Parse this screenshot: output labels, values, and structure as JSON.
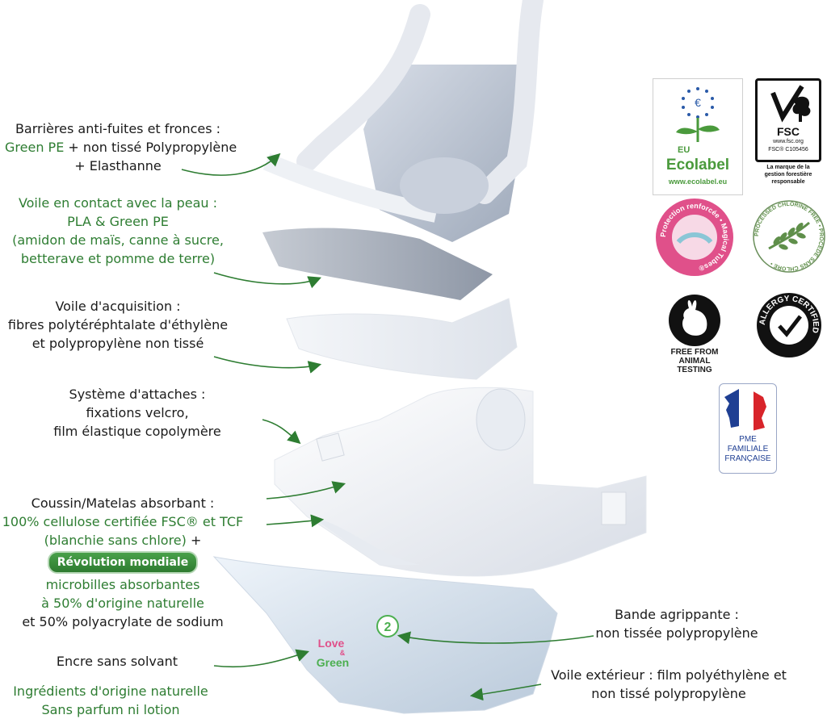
{
  "labels": {
    "barriers": {
      "line1": "Barrières anti-fuites et fronces :",
      "line2_green": "Green PE",
      "line2_rest": " + non tissé Polypropylène",
      "line3": "+ Elasthanne"
    },
    "skin_veil": {
      "line1": "Voile en contact avec la peau :",
      "line2": "PLA & Green PE",
      "line3": "(amidon de maïs, canne à sucre,",
      "line4": "betterave et pomme de terre)"
    },
    "acquisition": {
      "line1": "Voile d'acquisition :",
      "line2": "fibres polytéréphtalate d'éthylène",
      "line3": "et polypropylène non tissé"
    },
    "fasteners": {
      "line1": "Système d'attaches :",
      "line2": "fixations velcro,",
      "line3": "film élastique copolymère"
    },
    "core": {
      "line1": "Coussin/Matelas absorbant :",
      "line2": "100% cellulose certifiée FSC® et TCF",
      "line3": "(blanchie sans chlore)",
      "line3_plus": " +",
      "pill": "Révolution mondiale",
      "line4": "microbilles absorbantes",
      "line5": "à 50% d'origine naturelle",
      "line6": "et 50% polyacrylate de sodium"
    },
    "ink": {
      "line1": "Encre sans solvant"
    },
    "natural": {
      "line1": "Ingrédients d'origine naturelle",
      "line2": "Sans parfum ni lotion"
    },
    "grip": {
      "line1": "Bande agrippante :",
      "line2": "non tissée polypropylène"
    },
    "outer": {
      "line1": "Voile extérieur : film polyéthylène et",
      "line2": "non tissé polypropylène"
    }
  },
  "badges": {
    "ecolabel": {
      "eu": "EU",
      "name": "Ecolabel",
      "url": "www.ecolabel.eu"
    },
    "fsc": {
      "name": "FSC",
      "url": "www.fsc.org",
      "code": "FSC® C105456",
      "caption1": "La marque de la",
      "caption2": "gestion forestière",
      "caption3": "responsable"
    },
    "magical": {
      "ring": "Protection renforcée • Magical Tubes®"
    },
    "chlorine": {
      "ring": "PROCESSED CHLORINE FREE • PROCÉDÉ SANS CHLORE •"
    },
    "animal": {
      "line1": "FREE FROM",
      "line2": "ANIMAL",
      "line3": "TESTING"
    },
    "allergy": {
      "ring": "ALLERGY CERTIFIED"
    },
    "pme": {
      "line1": "PME",
      "line2": "FAMILIALE",
      "line3": "FRANÇAISE"
    }
  },
  "diaper_print": {
    "love": "Love",
    "amp": "&",
    "green": "Green",
    "size": "2"
  },
  "colors": {
    "green_text": "#2e7d32",
    "arrow": "#2e7d32",
    "pink": "#e0508a",
    "fsc_black": "#111111",
    "pme_blue": "#1f3f93",
    "pme_red": "#d8242a"
  }
}
